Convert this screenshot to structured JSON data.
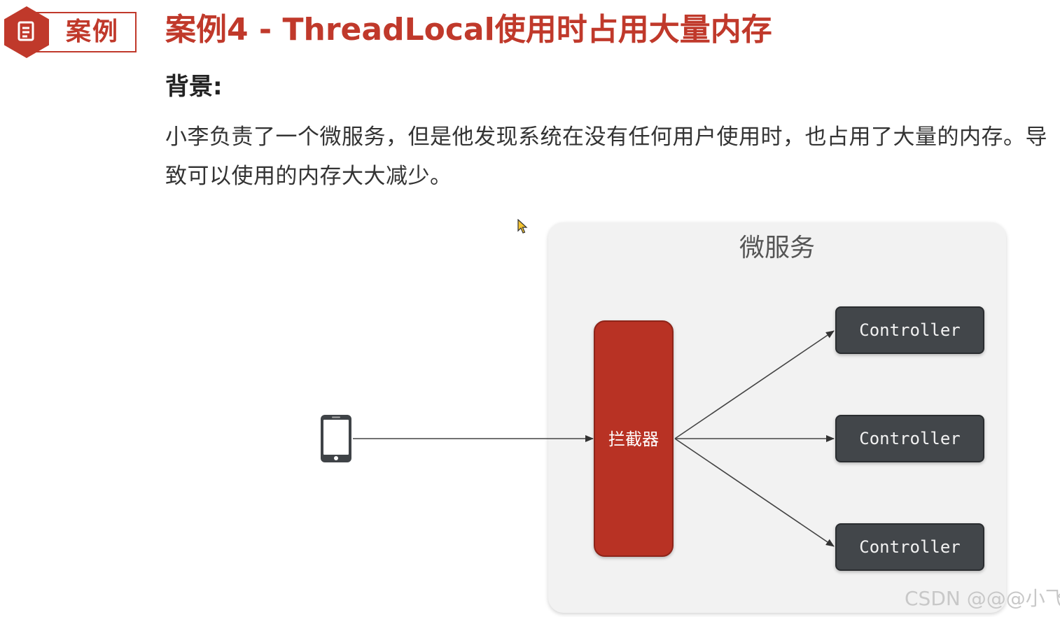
{
  "header": {
    "badge_label": "案例",
    "badge_icon": "document-icon",
    "title": "案例4 - ThreadLocal使用时占用大量内存"
  },
  "background": {
    "heading": "背景:",
    "paragraph": "小李负责了一个微服务，但是他发现系统在没有任何用户使用时，也占用了大量的内存。导致可以使用的内存大大减少。"
  },
  "diagram": {
    "service_title": "微服务",
    "client_icon": "mobile-phone-icon",
    "interceptor_label": "拦截器",
    "controllers": [
      {
        "label": "Controller"
      },
      {
        "label": "Controller"
      },
      {
        "label": "Controller"
      }
    ],
    "colors": {
      "accent": "#c0392b",
      "interceptor": "#b83224",
      "controller": "#42464a",
      "service_box": "#f2f2f2"
    }
  },
  "watermark": "CSDN @@@小飞"
}
